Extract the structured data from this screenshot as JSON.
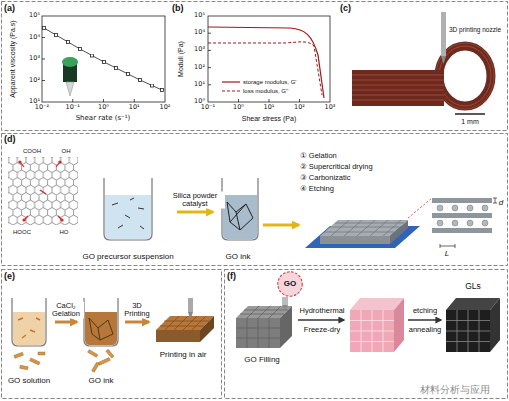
{
  "diagram": {
    "nodes": [
      {
        "text": [
          "GO precursor suspension"
        ]
      },
      {
        "text": [
          "GO ink"
        ]
      },
      {
        "text": [
          "L",
          "d"
        ]
      },
      {
        "text": [
          "GO solution"
        ]
      },
      {
        "text": [
          "GO ink"
        ]
      },
      {
        "text": [
          "Printing in air"
        ]
      },
      {
        "text": [
          "GO"
        ]
      }
    ],
    "edges": [
      {
        "from": 0,
        "to": 1,
        "arrow": "to",
        "label": "Silica powder catalyst"
      },
      {
        "from": 1,
        "to": 2,
        "arrow": "to"
      },
      {
        "from": 3,
        "to": 4,
        "arrow": "to",
        "label": "CaCl₂ Gelation"
      },
      {
        "from": 4,
        "to": 5,
        "arrow": "to",
        "label": "3D Printing"
      }
    ],
    "labels": [
      "(a)",
      "10¹",
      "10²",
      "10³",
      "10⁴",
      "10⁵",
      "Apparent viscosity (Pa.s)",
      "10⁻²",
      "10⁻¹",
      "10⁰",
      "10¹",
      "10²",
      "Shear rate (s⁻¹)",
      "(b)",
      "10⁰",
      "10¹",
      "10²",
      "10³",
      "10⁴",
      "10⁵",
      "Moduli (Pa)",
      "10⁻¹",
      "10⁰",
      "10¹",
      "10²",
      "10³",
      "Shear stress (Pa)",
      "(c)",
      "3D printing nozzle",
      "1 mm",
      "(d)",
      "COOH",
      "OH",
      "HOOC",
      "HO",
      "① Gelation",
      "② Supercritical drying",
      "③ Carbonizatic",
      "④ Etching",
      "(e)",
      "(f)",
      "GO Filling",
      "Hydrothermal",
      "Freeze-dry",
      "etching",
      "annealing",
      "GLs",
      "材料分析与应用"
    ],
    "legend": [
      {
        "text": "storage modulus, G'"
      },
      {
        "text": "loss modulus, G''"
      }
    ]
  }
}
